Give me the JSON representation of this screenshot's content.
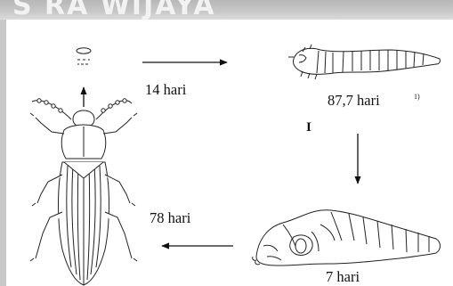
{
  "watermark": {
    "text": "S  RA WIJAYA"
  },
  "stages": {
    "egg_to_larva_duration": "14 hari",
    "larva_to_pupa_duration": "87,7 hari",
    "larva_footnote": "1)",
    "larva_mark": "I",
    "pupa_to_adult_duration": "78 hari",
    "pupa_duration": "7 hari"
  }
}
